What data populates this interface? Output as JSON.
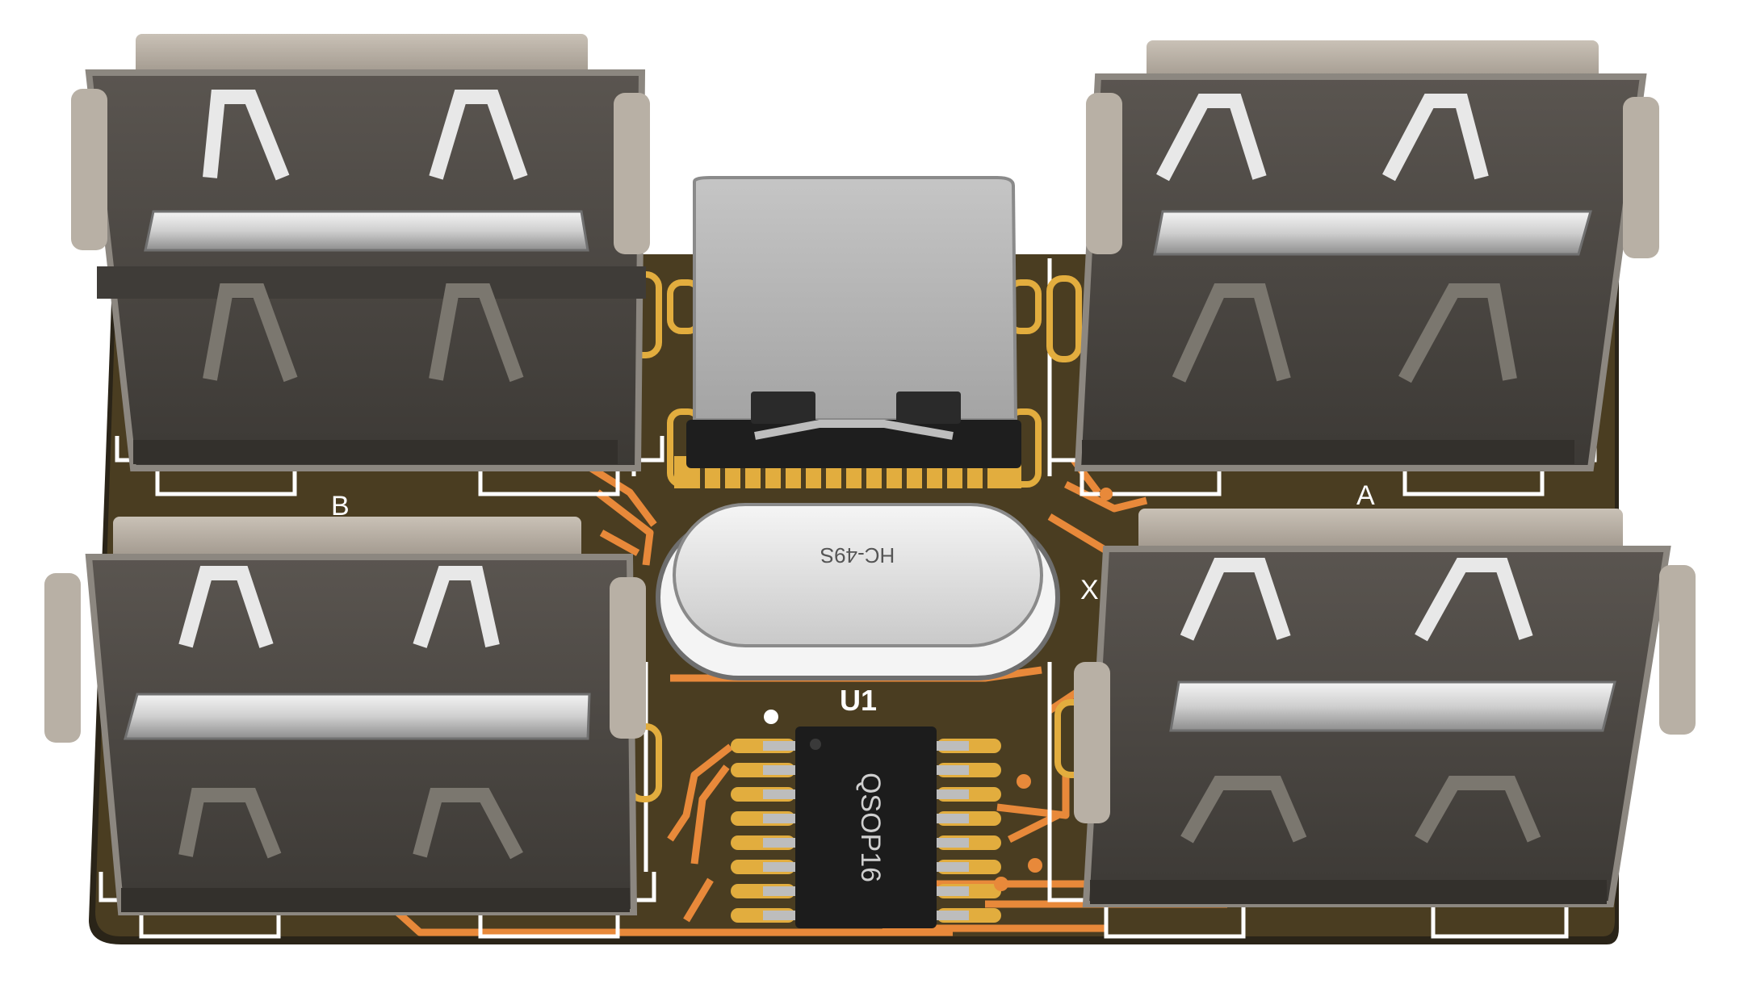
{
  "board": {
    "pcb_color": "#4a3d21",
    "trace_color": "#e8893a",
    "silk_color": "#ffffff",
    "pad_color": "#e2ad3e"
  },
  "labels": {
    "port_b": "B",
    "port_a": "A",
    "ic_ref": "U1",
    "ic_package": "QSOP16",
    "crystal_marking": "HC-49S",
    "crystal_ref": "X"
  },
  "components": {
    "usb_a_ports": [
      "top-left",
      "top-right",
      "bottom-left",
      "bottom-right"
    ],
    "usb_c_port": "usb-c-receptacle",
    "crystal": "hc-49s-crystal",
    "ic": "qsop16-hub-controller"
  }
}
